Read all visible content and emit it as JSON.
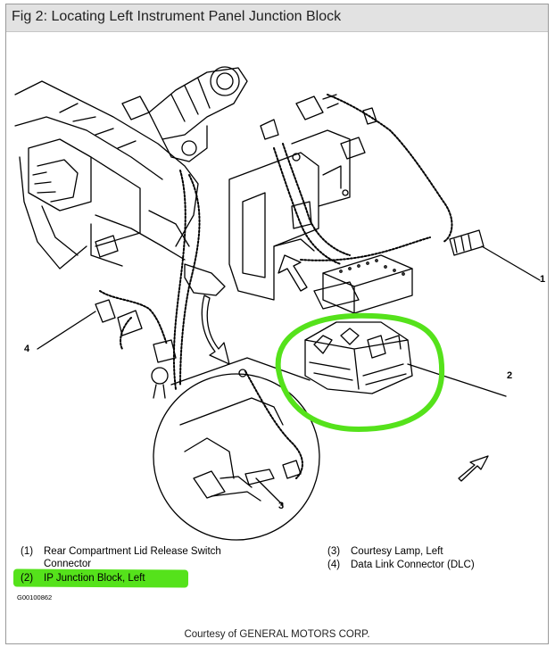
{
  "figure": {
    "title": "Fig 2: Locating Left Instrument Panel Junction Block",
    "callouts": [
      "1",
      "2",
      "3",
      "4"
    ],
    "legend": [
      {
        "num": "(1)",
        "text_line1": "Rear Compartment Lid Release Switch",
        "text_line2": "Connector"
      },
      {
        "num": "(2)",
        "text_line1": "IP Junction Block, Left"
      },
      {
        "num": "(3)",
        "text_line1": "Courtesy Lamp, Left"
      },
      {
        "num": "(4)",
        "text_line1": "Data Link Connector (DLC)"
      }
    ],
    "code": "G00100862",
    "courtesy": "Courtesy of GENERAL MOTORS CORP."
  },
  "colors": {
    "highlight": "#55e21b",
    "ink": "#000000",
    "header_bg": "#e2e2e2"
  }
}
